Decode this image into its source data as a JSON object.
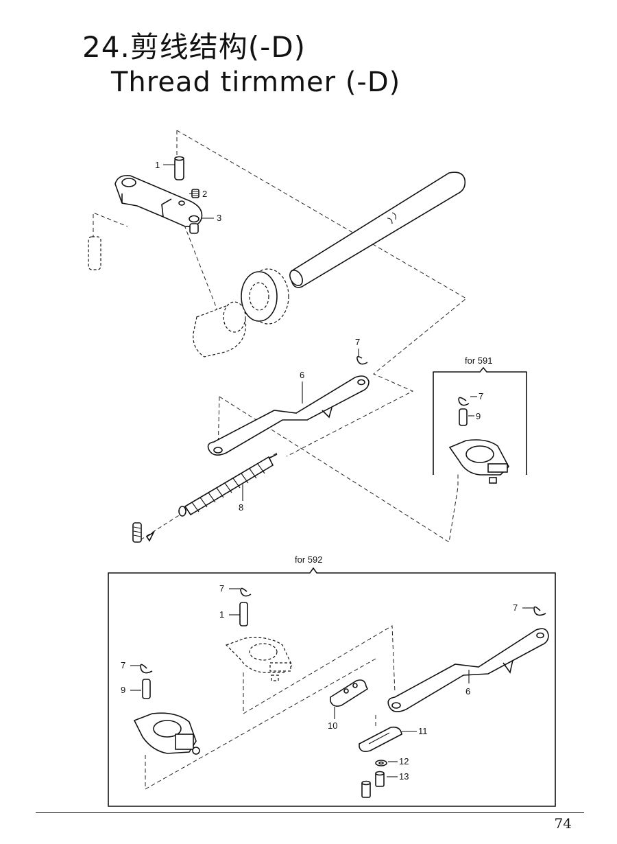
{
  "page": {
    "title_zh": "24.剪线结构(-D)",
    "title_en": "Thread tirmmer (-D)",
    "page_number": "74"
  },
  "main_assembly": {
    "callouts": [
      "1",
      "2",
      "3",
      "6",
      "7",
      "8"
    ]
  },
  "inset_591": {
    "label": "for 591",
    "callouts": [
      "7",
      "9"
    ]
  },
  "inset_592": {
    "label": "for 592",
    "callouts": [
      "7",
      "1",
      "7",
      "9",
      "7",
      "6",
      "10",
      "11",
      "12",
      "13"
    ]
  }
}
